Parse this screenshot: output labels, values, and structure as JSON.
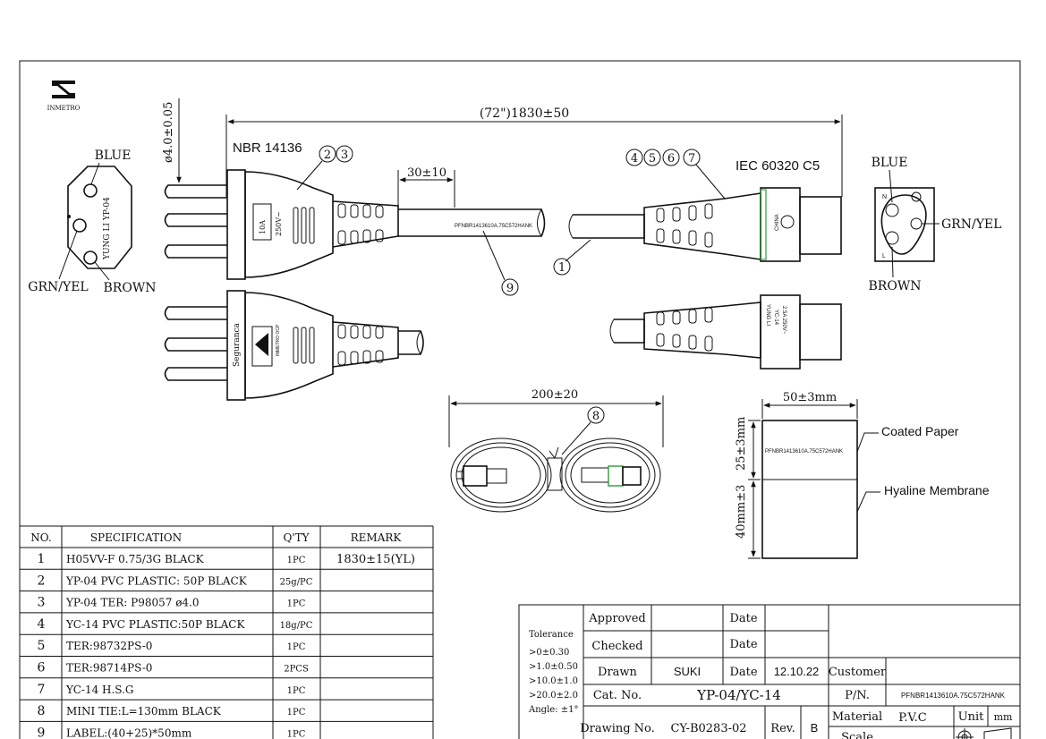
{
  "logo": {
    "text": "INMETRO"
  },
  "dimensions": {
    "overall": "(72\")1830±50",
    "pin_dia": "ø4.0±0.05",
    "strip": "30±10",
    "coil": "200±20",
    "label_width": "50±3mm",
    "label_h1": "25±3mm",
    "label_h2": "40mm±3"
  },
  "standards": {
    "plug": "NBR 14136",
    "connector": "IEC 60320 C5"
  },
  "balloons": {
    "b1": "1",
    "b2": "2",
    "b3": "3",
    "b4": "4",
    "b5": "5",
    "b6": "6",
    "b7": "7",
    "b8": "8",
    "b9": "9"
  },
  "plug_face": {
    "blue": "BLUE",
    "grn": "GRN/YEL",
    "brown": "BROWN",
    "mark": "YUNG LI YP-04"
  },
  "conn_face": {
    "blue": "BLUE",
    "grn": "GRN/YEL",
    "brown": "BROWN",
    "n": "N",
    "l": "L"
  },
  "plug_marks": {
    "rating1": "10A",
    "rating2": "250V~",
    "seguranca": "Seguranca",
    "inmetro": "INMETRO OCP"
  },
  "conn_marks": {
    "rating1": "2.5A 250V~",
    "model": "YC-14",
    "brand": "YUNG LI",
    "china": "CHINA"
  },
  "cable_label": "PFNBR1413610A.75C572HANK",
  "label_texts": {
    "coated": "Coated Paper",
    "hyaline": "Hyaline Membrane"
  },
  "bom": {
    "headers": [
      "NO.",
      "SPECIFICATION",
      "Q'TY",
      "REMARK"
    ],
    "rows": [
      {
        "no": "1",
        "spec": "H05VV-F 0.75/3G  BLACK",
        "qty": "1PC",
        "remark": "1830±15(YL)"
      },
      {
        "no": "2",
        "spec": "YP-04 PVC PLASTIC: 50P BLACK",
        "qty": "25g/PC",
        "remark": ""
      },
      {
        "no": "3",
        "spec": "YP-04 TER: P98057  ø4.0",
        "qty": "1PC",
        "remark": ""
      },
      {
        "no": "4",
        "spec": "YC-14 PVC PLASTIC:50P BLACK",
        "qty": "18g/PC",
        "remark": ""
      },
      {
        "no": "5",
        "spec": "TER:98732PS-0",
        "qty": "1PC",
        "remark": ""
      },
      {
        "no": "6",
        "spec": "TER:98714PS-0",
        "qty": "2PCS",
        "remark": ""
      },
      {
        "no": "7",
        "spec": "YC-14 H.S.G",
        "qty": "1PC",
        "remark": ""
      },
      {
        "no": "8",
        "spec": "MINI TIE:L=130mm BLACK",
        "qty": "1PC",
        "remark": ""
      },
      {
        "no": "9",
        "spec": "LABEL:(40+25)*50mm",
        "qty": "1PC",
        "remark": ""
      }
    ]
  },
  "title_block": {
    "tolerance": [
      "Tolerance",
      ">0±0.30",
      ">1.0±0.50",
      ">10.0±1.0",
      ">20.0±2.0",
      "Angle: ±1°"
    ],
    "approved_label": "Approved",
    "checked_label": "Checked",
    "drawn_label": "Drawn",
    "drawn_value": "SUKI",
    "date_label": "Date",
    "date_value": "12.10.22",
    "catno_label": "Cat. No.",
    "catno_value": "YP-04/YC-14",
    "drawingno_label": "Drawing No.",
    "drawingno_value": "CY-B0283-02",
    "rev_label": "Rev.",
    "rev_value": "B",
    "customer_label": "Customer",
    "pn_label": "P/N.",
    "pn_value": "PFNBR1413610A.75C572HANK",
    "material_label": "Material",
    "material_value": "P.V.C",
    "unit_label": "Unit",
    "unit_value": "mm",
    "scale_label": "Scale"
  }
}
